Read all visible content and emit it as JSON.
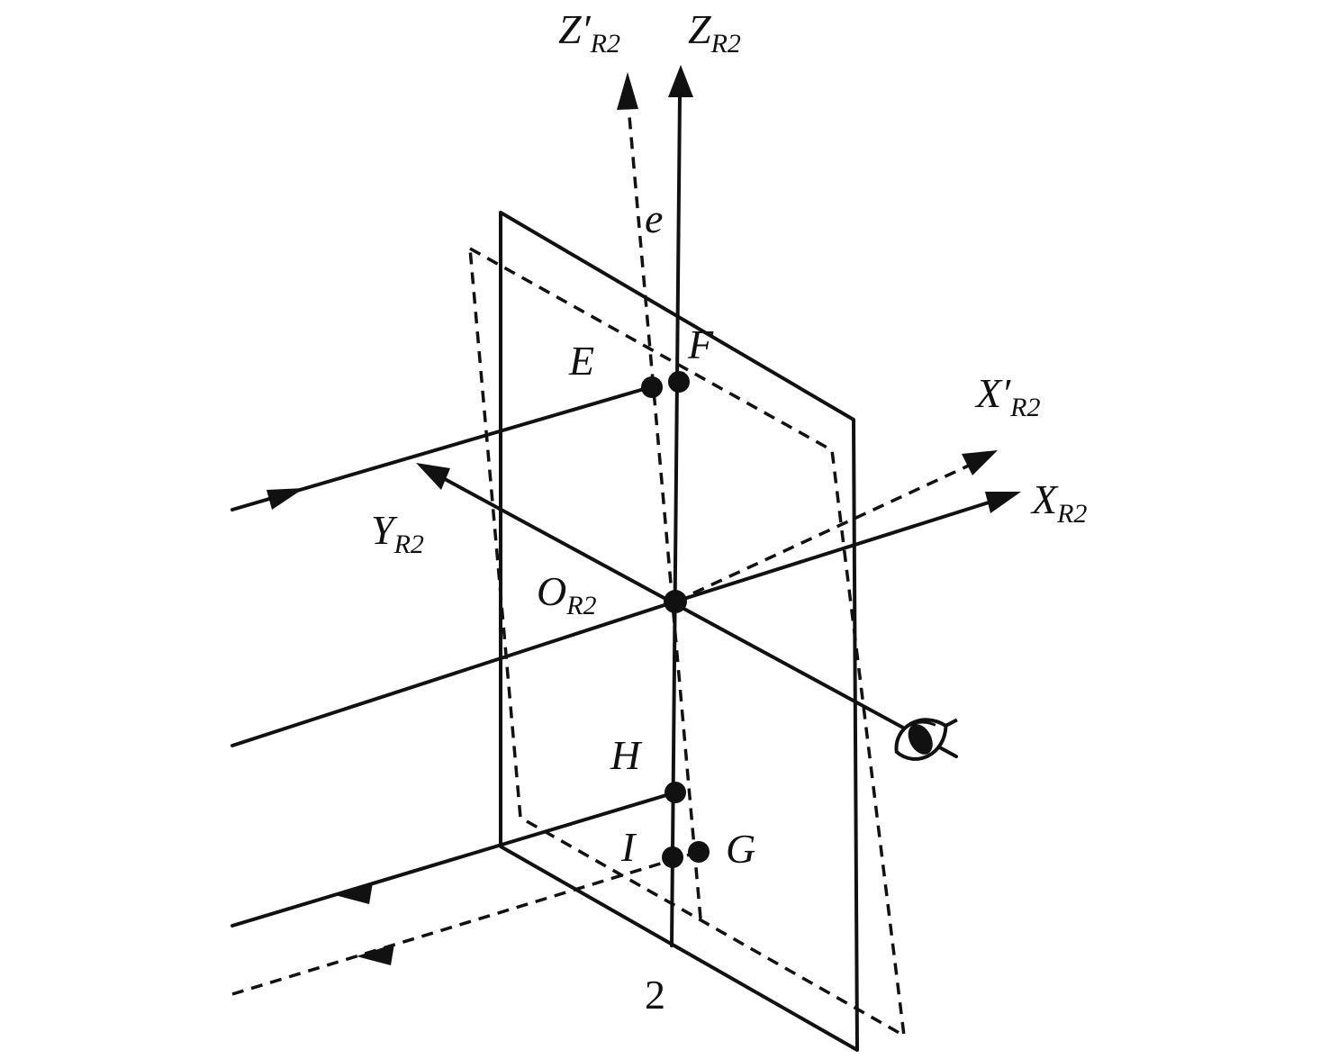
{
  "labels": {
    "z_prime": {
      "main": "Z′",
      "sub": "R2"
    },
    "z": {
      "main": "Z",
      "sub": "R2"
    },
    "x_prime": {
      "main": "X′",
      "sub": "R2"
    },
    "x": {
      "main": "X",
      "sub": "R2"
    },
    "y": {
      "main": "Y",
      "sub": "R2"
    },
    "origin": {
      "main": "O",
      "sub": "R2"
    },
    "e": "e",
    "E": "E",
    "F": "F",
    "H": "H",
    "I": "I",
    "G": "G",
    "part_number": "2"
  },
  "colors": {
    "ink": "#111111",
    "background": "#ffffff"
  },
  "icons": {
    "viewer": "eye-icon"
  }
}
